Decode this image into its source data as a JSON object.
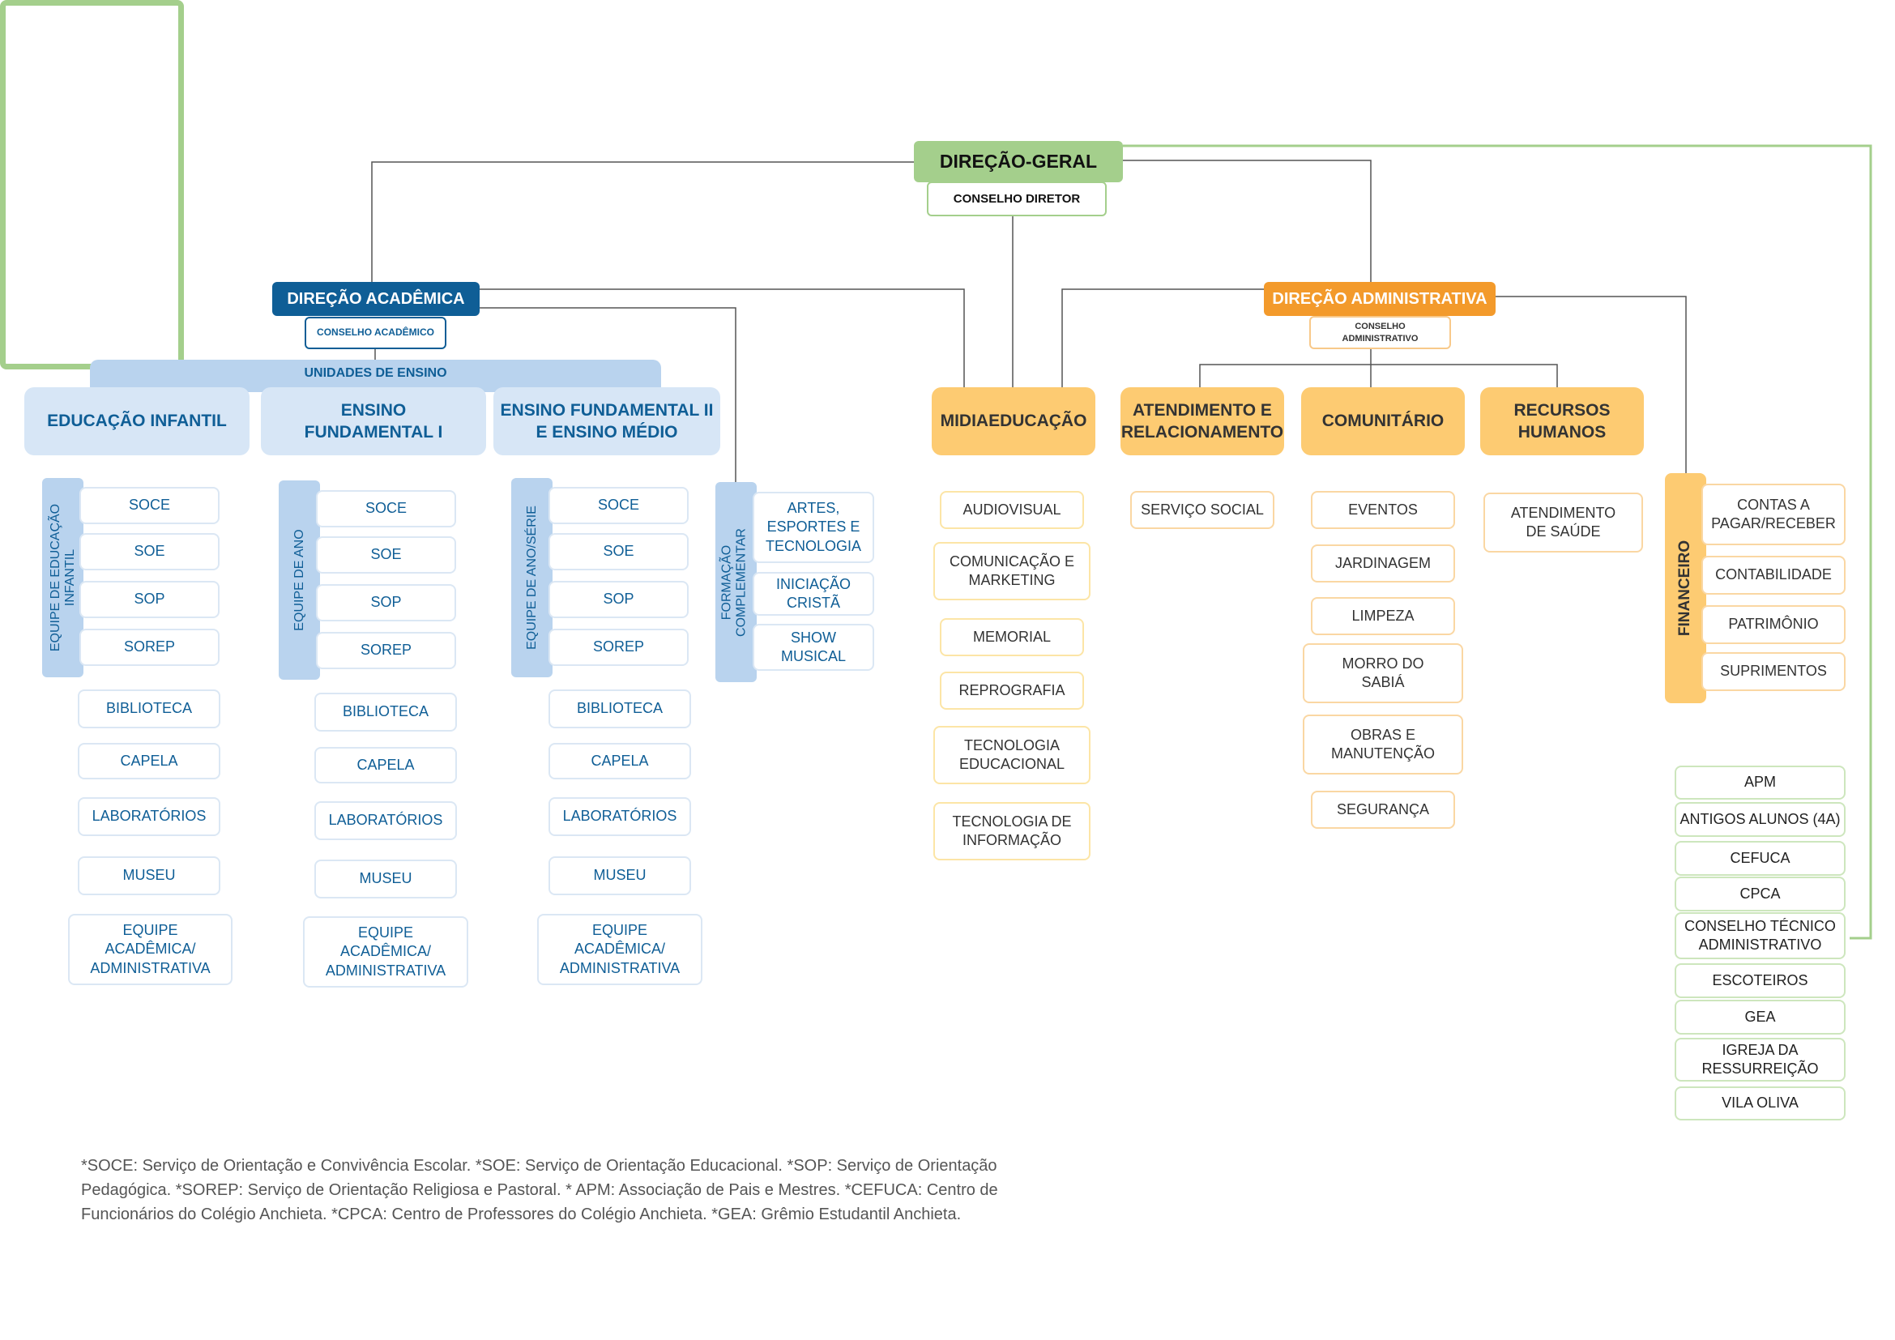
{
  "top": {
    "title": "DIREÇÃO-GERAL",
    "council": "CONSELHO DIRETOR"
  },
  "academic": {
    "title": "DIREÇÃO ACADÊMICA",
    "council": "CONSELHO ACADÊMICO",
    "units_banner": "UNIDADES DE ENSINO",
    "units": [
      {
        "name": "EDUCAÇÃO INFANTIL",
        "team": "EQUIPE DE EDUCAÇÃO\nINFANTIL",
        "team_items": [
          "SOCE",
          "SOE",
          "SOP",
          "SOREP"
        ],
        "items": [
          "BIBLIOTECA",
          "CAPELA",
          "LABORATÓRIOS",
          "MUSEU",
          "EQUIPE\nACADÊMICA/\nADMINISTRATIVA"
        ]
      },
      {
        "name": "ENSINO\nFUNDAMENTAL I",
        "team": "EQUIPE DE ANO",
        "team_items": [
          "SOCE",
          "SOE",
          "SOP",
          "SOREP"
        ],
        "items": [
          "BIBLIOTECA",
          "CAPELA",
          "LABORATÓRIOS",
          "MUSEU",
          "EQUIPE\nACADÊMICA/\nADMINISTRATIVA"
        ]
      },
      {
        "name": "ENSINO FUNDAMENTAL II\nE ENSINO MÉDIO",
        "team": "EQUIPE DE ANO/SÉRIE",
        "team_items": [
          "SOCE",
          "SOE",
          "SOP",
          "SOREP"
        ],
        "items": [
          "BIBLIOTECA",
          "CAPELA",
          "LABORATÓRIOS",
          "MUSEU",
          "EQUIPE\nACADÊMICA/\nADMINISTRATIVA"
        ]
      }
    ],
    "complementary": {
      "label": "FORMAÇÃO\nCOMPLEMENTAR",
      "items": [
        "ARTES,\nESPORTES E\nTECNOLOGIA",
        "INICIAÇÃO\nCRISTÃ",
        "SHOW\nMUSICAL"
      ]
    }
  },
  "midia": {
    "title": "MIDIAEDUCAÇÃO",
    "items": [
      "AUDIOVISUAL",
      "COMUNICAÇÃO E\nMARKETING",
      "MEMORIAL",
      "REPROGRAFIA",
      "TECNOLOGIA\nEDUCACIONAL",
      "TECNOLOGIA DE\nINFORMAÇÃO"
    ]
  },
  "admin": {
    "title": "DIREÇÃO ADMINISTRATIVA",
    "council": "CONSELHO\nADMINISTRATIVO",
    "depts": [
      {
        "name": "ATENDIMENTO E\nRELACIONAMENTO",
        "items": [
          "SERVIÇO SOCIAL"
        ]
      },
      {
        "name": "COMUNITÁRIO",
        "items": [
          "EVENTOS",
          "JARDINAGEM",
          "LIMPEZA",
          "MORRO DO\nSABIÁ",
          "OBRAS E\nMANUTENÇÃO",
          "SEGURANÇA"
        ]
      },
      {
        "name": "RECURSOS\nHUMANOS",
        "items": [
          "ATENDIMENTO\nDE SAÚDE"
        ]
      }
    ],
    "finance": {
      "label": "FINANCEIRO",
      "items": [
        "CONTAS A\nPAGAR/RECEBER",
        "CONTABILIDADE",
        "PATRIMÔNIO",
        "SUPRIMENTOS"
      ]
    }
  },
  "associations": [
    "APM",
    "ANTIGOS ALUNOS (4A)",
    "CEFUCA",
    "CPCA",
    "CONSELHO TÉCNICO\nADMINISTRATIVO",
    "ESCOTEIROS",
    "GEA",
    "IGREJA DA\nRESSURREIÇÃO",
    "VILA OLIVA"
  ],
  "footnote": [
    "*SOCE: Serviço de Orientação e Convivência Escolar. *SOE: Serviço de Orientação Educacional. *SOP: Serviço de Orientação",
    "Pedagógica. *SOREP: Serviço de Orientação Religiosa e Pastoral. * APM: Associação de Pais e Mestres. *CEFUCA: Centro de",
    "Funcionários do Colégio Anchieta. *CPCA: Centro de Professores do Colégio Anchieta. *GEA: Grêmio Estudantil Anchieta."
  ],
  "colors": {
    "green": "#a4cf8c",
    "blue": "#0f5e96",
    "orange": "#f39a2b",
    "light_orange": "#fdcb72",
    "light_blue": "#d7e6f6",
    "line": "#555555"
  }
}
